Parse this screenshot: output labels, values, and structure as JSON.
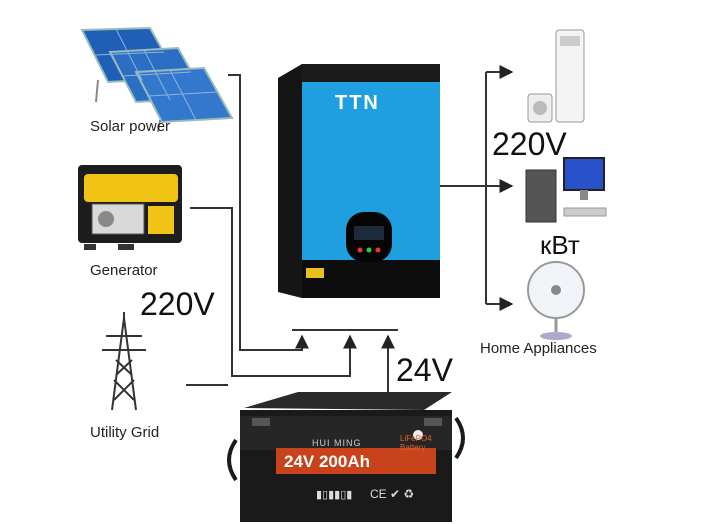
{
  "sources": {
    "solar": {
      "label": "Solar power"
    },
    "generator": {
      "label": "Generator"
    },
    "grid": {
      "label": "Utility Grid"
    }
  },
  "input_voltage": "220V",
  "inverter": {
    "brand": "TTN",
    "body_color": "#1f9fe0"
  },
  "battery": {
    "brand": "HUI MING",
    "chemistry_line1": "LiFePO4",
    "chemistry_line2": "Battery",
    "rating": "24V 200Ah",
    "accent_color": "#c8431b"
  },
  "battery_voltage": "24V",
  "output_voltage": "220V",
  "output_unit": "кВт",
  "loads": {
    "label": "Home Appliances"
  }
}
